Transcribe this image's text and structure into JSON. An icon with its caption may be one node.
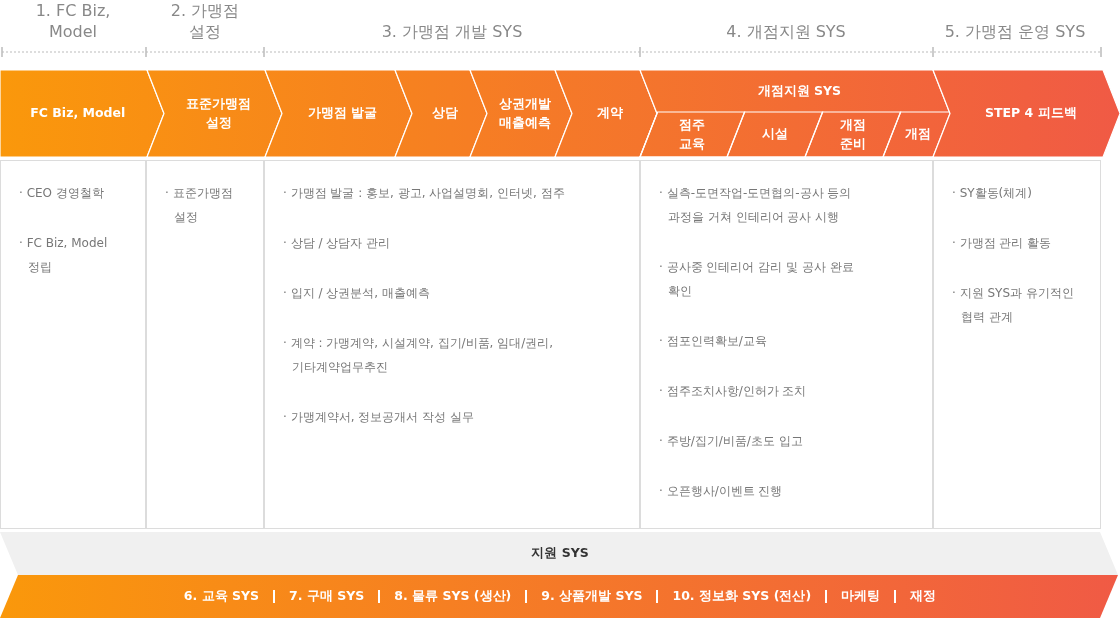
{
  "diagram": {
    "nodes": [
      {
        "text": [
          "FC Biz, Model"
        ]
      },
      {
        "text": [
          "표준가맹점 설정"
        ]
      },
      {
        "text": [
          "가맹점 발굴"
        ]
      },
      {
        "text": [
          "상담"
        ]
      },
      {
        "text": [
          "상권개발 매출예측"
        ]
      },
      {
        "text": [
          "계약"
        ]
      },
      {
        "text": [
          "개점지원 SYS"
        ]
      },
      {
        "text": [
          "점주 교육"
        ],
        "in": 6
      },
      {
        "text": [
          "시설"
        ],
        "in": 6
      },
      {
        "text": [
          "개점 준비"
        ],
        "in": 6
      },
      {
        "text": [
          "개점"
        ],
        "in": 6
      },
      {
        "text": [
          "STEP 4 피드백"
        ]
      },
      {
        "text": [
          "· CEO 경영철학",
          "· FC Biz, Model 정립"
        ]
      },
      {
        "text": [
          "· 표준가맹점 설정"
        ]
      },
      {
        "text": [
          "· 가맹점 발굴 : 홍보, 광고, 사업설명회, 인터넷, 점주",
          "· 상담 / 상담자 관리",
          "· 입지 / 상권분석, 매출예측",
          "· 계약 : 가맹계약, 시설계약, 집기/비품, 임대/권리, 기타계약업무추진",
          "· 가맹계약서, 정보공개서 작성 실무"
        ]
      },
      {
        "text": [
          "· 실측-도면작업-도면협의-공사 등의 과정을 거쳐 인테리어 공사 시행",
          "· 공사중 인테리어 감리 및 공사 완료 확인",
          "· 점포인력확보/교육",
          "· 점주조치사항/인허가 조치",
          "· 주방/집기/비품/초도 입고",
          "· 오픈행사/이벤트 진행"
        ]
      },
      {
        "text": [
          "· SY활동(체계)",
          "· 가맹점 관리 활동",
          "· 지원 SYS과 유기적인 협력 관계"
        ]
      },
      {
        "text": [
          "지원 SYS"
        ]
      },
      {
        "text": [
          "6. 교육 SYS",
          "7. 구매 SYS",
          "8. 물류 SYS (생산)",
          "9. 상품개발 SYS",
          "10. 정보화 SYS (전산)",
          "마케팅",
          "재정"
        ]
      }
    ],
    "labels": [
      "1. FC Biz, Model",
      "2. 가맹점 설정",
      "3. 가맹점 개발 SYS",
      "4. 개점지원 SYS",
      "5. 가맹점 운영 SYS"
    ]
  }
}
